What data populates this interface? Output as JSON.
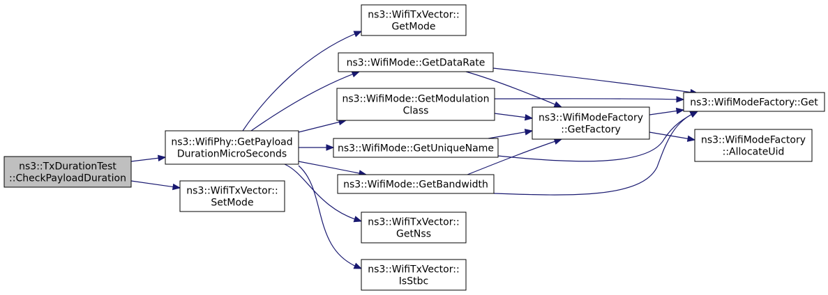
{
  "colors": {
    "edge": "#191970",
    "node_fill": "#ffffff",
    "root_fill": "#bfbfbf",
    "border": "#000000"
  },
  "nodes": [
    {
      "id": "checkpayload",
      "lines": [
        "ns3::TxDurationTest",
        "::CheckPayloadDuration"
      ],
      "root": true
    },
    {
      "id": "getpayload",
      "lines": [
        "ns3::WifiPhy::GetPayload",
        "DurationMicroSeconds"
      ]
    },
    {
      "id": "setmode",
      "lines": [
        "ns3::WifiTxVector::",
        "SetMode"
      ]
    },
    {
      "id": "txv-getmode",
      "lines": [
        "ns3::WifiTxVector::",
        "GetMode"
      ]
    },
    {
      "id": "getdatarate",
      "lines": [
        "ns3::WifiMode::GetDataRate"
      ]
    },
    {
      "id": "getmodclass",
      "lines": [
        "ns3::WifiMode::GetModulation",
        "Class"
      ]
    },
    {
      "id": "getuniquename",
      "lines": [
        "ns3::WifiMode::GetUniqueName"
      ]
    },
    {
      "id": "getbandwidth",
      "lines": [
        "ns3::WifiMode::GetBandwidth"
      ]
    },
    {
      "id": "getnss",
      "lines": [
        "ns3::WifiTxVector::",
        "GetNss"
      ]
    },
    {
      "id": "isstbc",
      "lines": [
        "ns3::WifiTxVector::",
        "IsStbc"
      ]
    },
    {
      "id": "getfactory",
      "lines": [
        "ns3::WifiModeFactory",
        "::GetFactory"
      ]
    },
    {
      "id": "factory-get",
      "lines": [
        "ns3::WifiModeFactory::Get"
      ]
    },
    {
      "id": "allocateuid",
      "lines": [
        "ns3::WifiModeFactory",
        "::AllocateUid"
      ]
    }
  ],
  "edges": [
    {
      "from": "checkpayload",
      "to": "getpayload"
    },
    {
      "from": "checkpayload",
      "to": "setmode"
    },
    {
      "from": "getpayload",
      "to": "txv-getmode"
    },
    {
      "from": "getpayload",
      "to": "getdatarate"
    },
    {
      "from": "getpayload",
      "to": "getmodclass"
    },
    {
      "from": "getpayload",
      "to": "getuniquename"
    },
    {
      "from": "getpayload",
      "to": "getbandwidth"
    },
    {
      "from": "getpayload",
      "to": "getnss"
    },
    {
      "from": "getpayload",
      "to": "isstbc"
    },
    {
      "from": "getdatarate",
      "to": "factory-get"
    },
    {
      "from": "getdatarate",
      "to": "getfactory"
    },
    {
      "from": "getmodclass",
      "to": "factory-get"
    },
    {
      "from": "getmodclass",
      "to": "getfactory"
    },
    {
      "from": "getuniquename",
      "to": "getfactory"
    },
    {
      "from": "getuniquename",
      "to": "factory-get"
    },
    {
      "from": "getbandwidth",
      "to": "getfactory"
    },
    {
      "from": "getbandwidth",
      "to": "factory-get"
    },
    {
      "from": "getfactory",
      "to": "factory-get"
    },
    {
      "from": "getfactory",
      "to": "allocateuid"
    }
  ]
}
